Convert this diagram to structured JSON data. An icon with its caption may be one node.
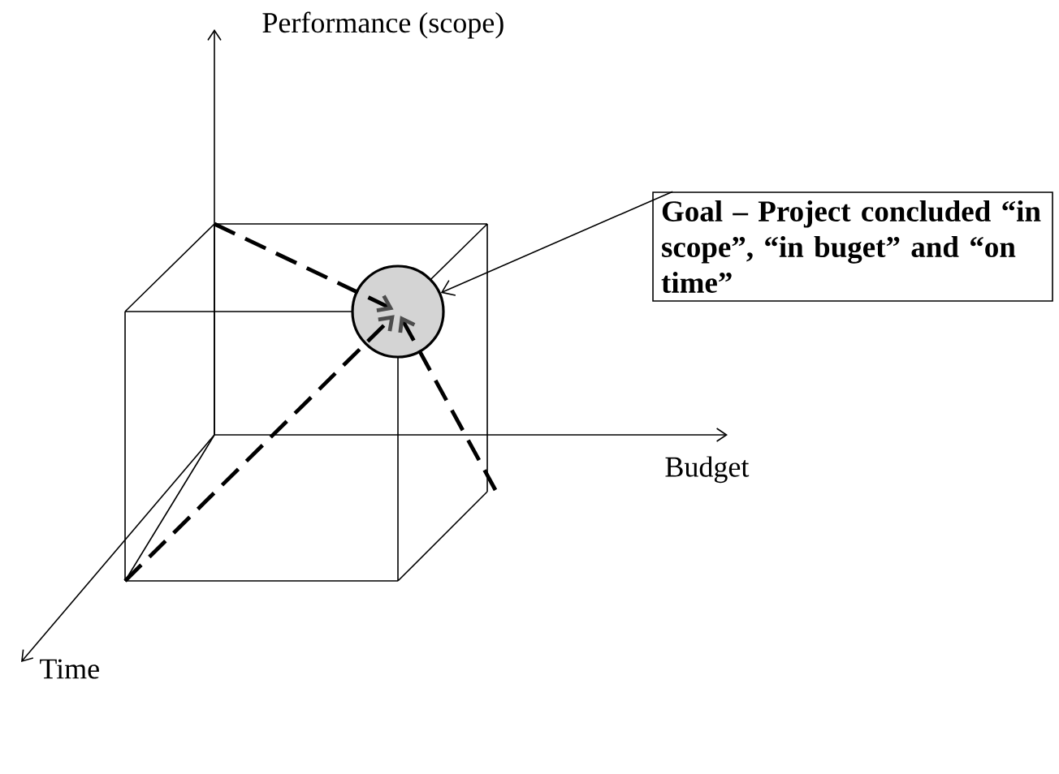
{
  "diagram": {
    "nodes": [
      {
        "text": [
          "Goal – Project concluded “in scope”, “in buget” and “on time”"
        ]
      },
      {
        "text": [],
        "shape": "circle"
      }
    ],
    "edges": [
      {
        "from": 0,
        "to": 1,
        "arrow": "to"
      },
      {
        "from": null,
        "to": 1,
        "arrow": "to",
        "style": "dashed"
      },
      {
        "from": null,
        "to": 1,
        "arrow": "to",
        "style": "dashed"
      },
      {
        "from": null,
        "to": 1,
        "arrow": "to",
        "style": "dashed"
      }
    ],
    "labels": [
      "Performance (scope)",
      "Budget",
      "Time"
    ]
  }
}
